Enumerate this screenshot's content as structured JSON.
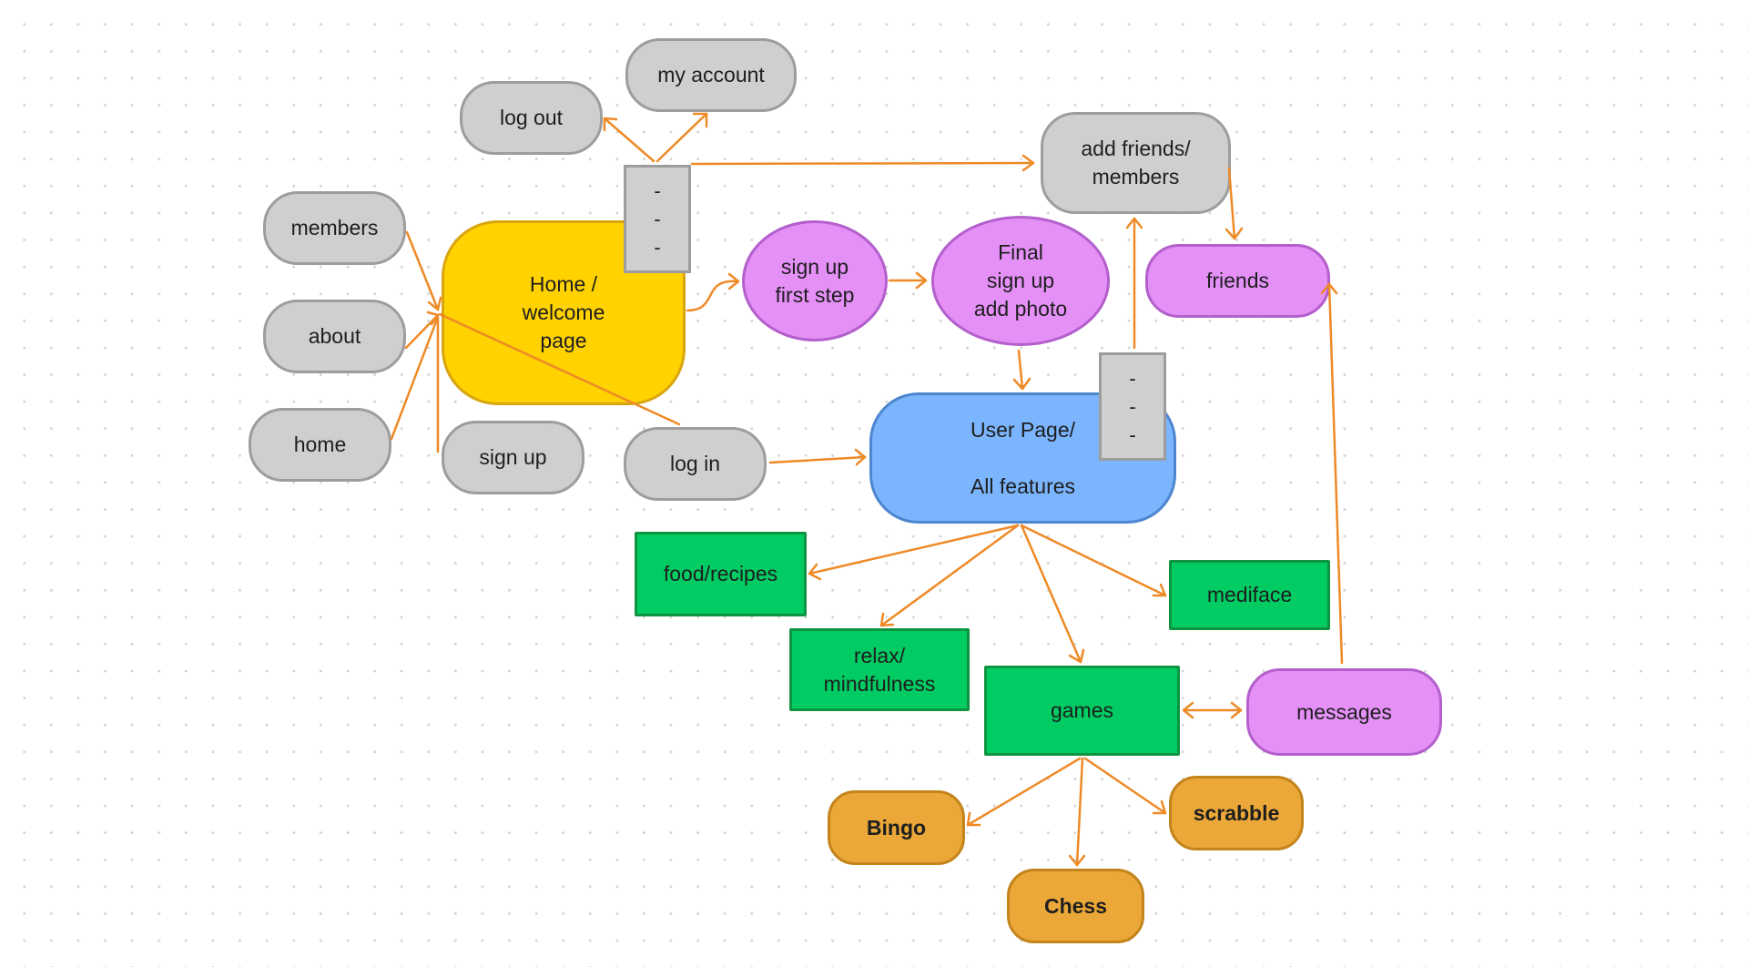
{
  "nodes": {
    "my_account": "my account",
    "log_out": "log out",
    "add_friends": "add friends/\nmembers",
    "members": "members",
    "home_welcome": "Home /\nwelcome\npage",
    "sign_up_first": "sign up\nfirst step",
    "final_sign_up": "Final\nsign up\nadd photo",
    "friends": "friends",
    "about": "about",
    "home": "home",
    "sign_up": "sign up",
    "log_in": "log in",
    "user_page": "User Page/\n\nAll features",
    "food_recipes": "food/recipes",
    "mediface": "mediface",
    "relax": "relax/\nmindfulness",
    "games": "games",
    "messages": "messages",
    "bingo": "Bingo",
    "scrabble": "scrabble",
    "chess": "Chess"
  },
  "menus": {
    "top_menu": [
      "-",
      "-",
      "-"
    ],
    "user_menu": [
      "-",
      "-",
      "-"
    ]
  },
  "colors": {
    "arrow": "#ee8a26",
    "grey": "#d0cfd0",
    "yellow": "#ffd200",
    "purple": "#e590f7",
    "blue": "#7bb5fd",
    "green": "#00cc63",
    "orange": "#eba838"
  },
  "connections": [
    {
      "from": "top_menu",
      "to": "log_out"
    },
    {
      "from": "top_menu",
      "to": "my_account"
    },
    {
      "from": "top_menu",
      "to": "add_friends"
    },
    {
      "from": "add_friends",
      "to": "friends"
    },
    {
      "from": "members",
      "to": "home_welcome"
    },
    {
      "from": "about",
      "to": "home_welcome"
    },
    {
      "from": "home",
      "to": "home_welcome"
    },
    {
      "from": "sign_up",
      "to": "home_welcome"
    },
    {
      "from": "log_in",
      "to": "home_welcome"
    },
    {
      "from": "home_welcome",
      "to": "sign_up_first"
    },
    {
      "from": "sign_up_first",
      "to": "final_sign_up"
    },
    {
      "from": "final_sign_up",
      "to": "user_page"
    },
    {
      "from": "user_menu",
      "to": "add_friends"
    },
    {
      "from": "log_in",
      "to": "user_page"
    },
    {
      "from": "user_page",
      "to": "food_recipes"
    },
    {
      "from": "user_page",
      "to": "relax"
    },
    {
      "from": "user_page",
      "to": "games"
    },
    {
      "from": "user_page",
      "to": "mediface"
    },
    {
      "from": "games",
      "to": "messages",
      "bidirectional": true
    },
    {
      "from": "messages",
      "to": "friends"
    },
    {
      "from": "games",
      "to": "bingo"
    },
    {
      "from": "games",
      "to": "chess"
    },
    {
      "from": "games",
      "to": "scrabble"
    }
  ]
}
